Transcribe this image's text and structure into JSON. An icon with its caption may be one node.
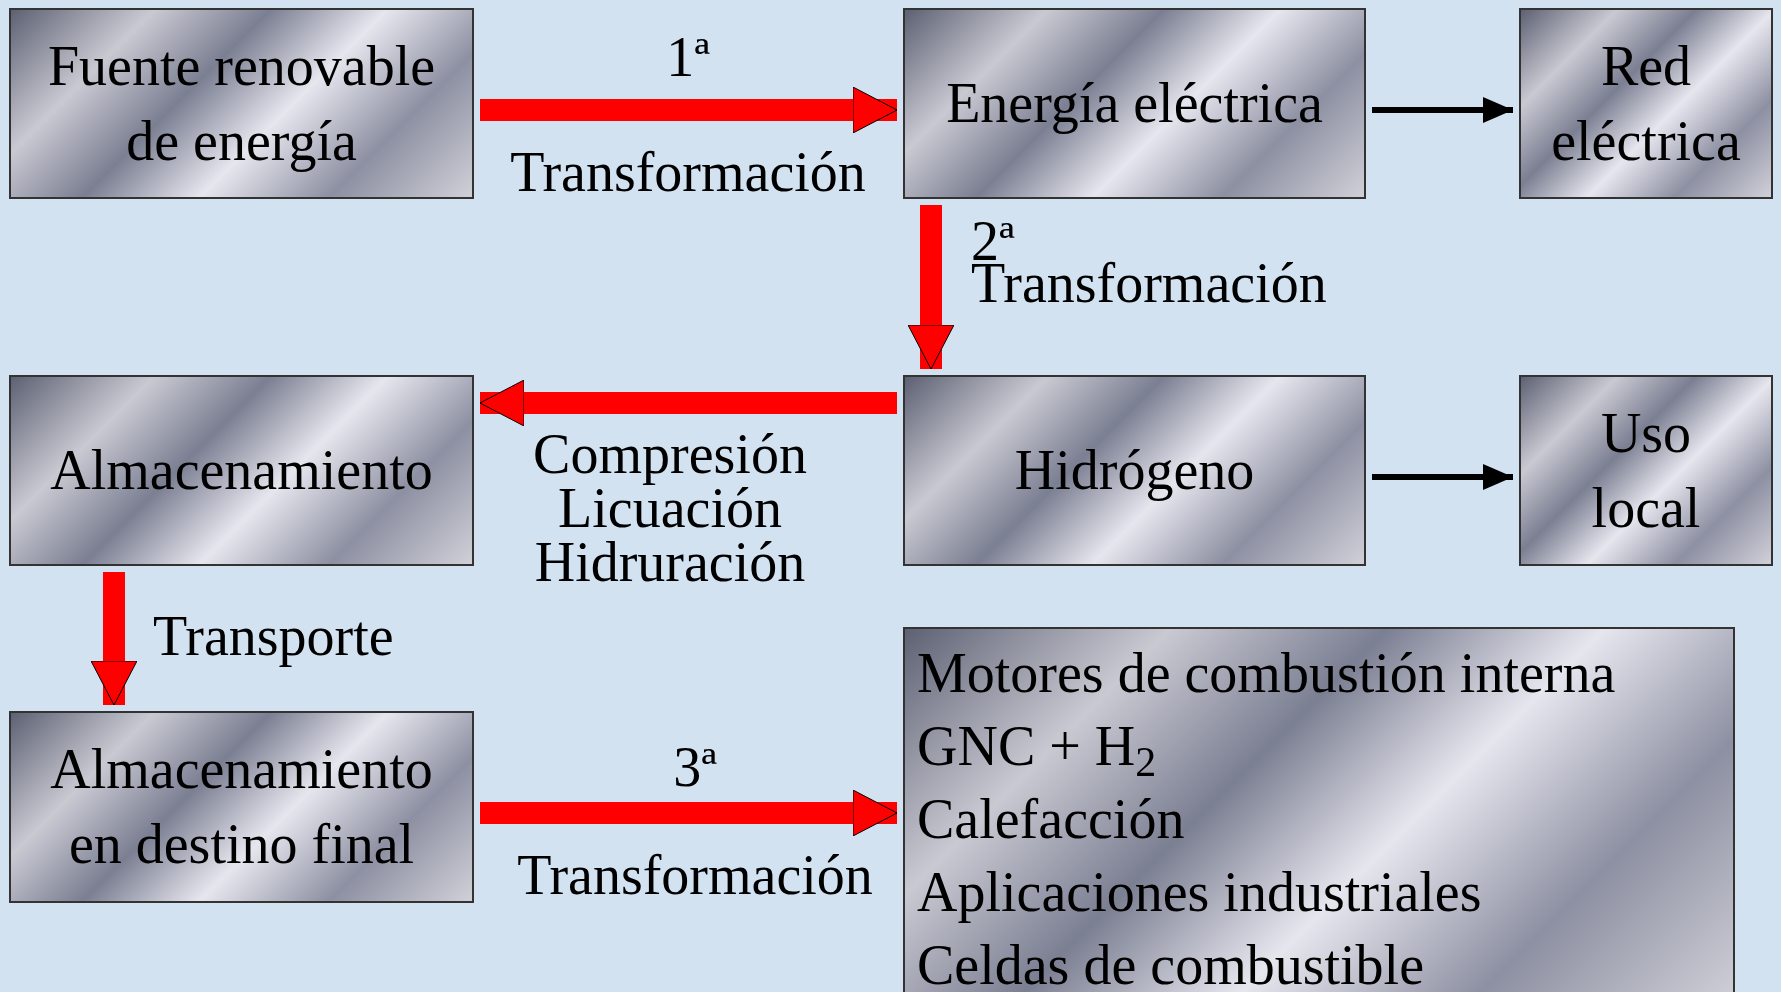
{
  "diagram": {
    "nodes": [
      {
        "text": [
          "Fuente renovable de energía"
        ]
      },
      {
        "text": [
          "Energía eléctrica"
        ]
      },
      {
        "text": [
          "Red eléctrica"
        ]
      },
      {
        "text": [
          "Almacenamiento"
        ]
      },
      {
        "text": [
          "Hidrógeno"
        ]
      },
      {
        "text": [
          "Uso local"
        ]
      },
      {
        "text": [
          "Almacenamiento en destino final"
        ]
      },
      {
        "text": [
          "Motores de combustión interna",
          "GNC + H$_{2}$",
          "Calefacción",
          "Aplicaciones industriales",
          "Celdas de combustible"
        ]
      }
    ],
    "edges": [
      {
        "from": 0,
        "to": 1,
        "arrow": "to",
        "label": "1ª Transformación"
      },
      {
        "from": 1,
        "to": 2,
        "arrow": "to",
        "color": "#000000"
      },
      {
        "from": 1,
        "to": 4,
        "arrow": "to",
        "label": "2ª Transformación"
      },
      {
        "from": 4,
        "to": 5,
        "arrow": "to",
        "color": "#000000"
      },
      {
        "from": 4,
        "to": 3,
        "arrow": "to",
        "label": "Compresión Licuación Hidruración"
      },
      {
        "from": 3,
        "to": 6,
        "arrow": "to",
        "label": "Transporte"
      },
      {
        "from": 6,
        "to": 7,
        "arrow": "to",
        "label": "3ª Transformación"
      }
    ]
  }
}
